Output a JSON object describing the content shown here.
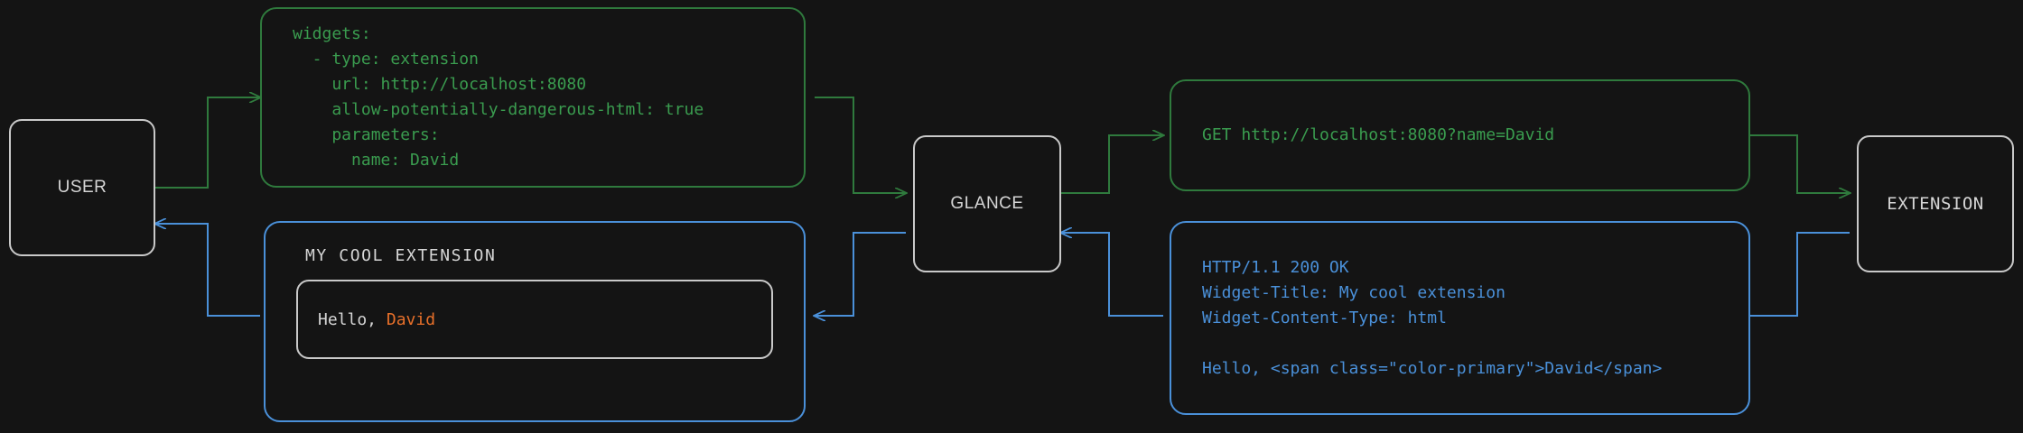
{
  "theme": {
    "background": "#141414",
    "node_border": "#c9c9c9",
    "node_text": "#d6d6d6",
    "request_color": "#3a9c4f",
    "response_color": "#4a90d9",
    "accent_color": "#e8702a"
  },
  "nodes": {
    "user": {
      "label": "USER"
    },
    "glance": {
      "label": "GLANCE"
    },
    "extension": {
      "label": "EXTENSION"
    }
  },
  "config_block": {
    "lang": "yaml",
    "text": "widgets:\n  - type: extension\n    url: http://localhost:8080\n    allow-potentially-dangerous-html: true\n    parameters:\n      name: David"
  },
  "request_block": {
    "text": "GET http://localhost:8080?name=David"
  },
  "response_block": {
    "text": "HTTP/1.1 200 OK\nWidget-Title: My cool extension\nWidget-Content-Type: html\n\nHello, <span class=\"color-primary\">David</span>"
  },
  "widget_render": {
    "title": "MY COOL EXTENSION",
    "greeting_prefix": "Hello, ",
    "greeting_name": "David"
  },
  "flows": [
    {
      "name": "user-to-config",
      "direction": "request"
    },
    {
      "name": "config-to-glance",
      "direction": "request"
    },
    {
      "name": "glance-to-request",
      "direction": "request"
    },
    {
      "name": "request-to-extension",
      "direction": "request"
    },
    {
      "name": "extension-to-response",
      "direction": "response"
    },
    {
      "name": "response-to-glance",
      "direction": "response"
    },
    {
      "name": "glance-to-widget",
      "direction": "response"
    },
    {
      "name": "widget-to-user",
      "direction": "response"
    }
  ]
}
